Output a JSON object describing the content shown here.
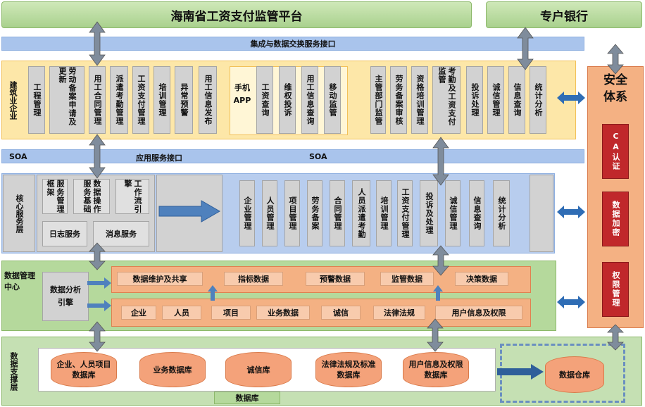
{
  "top": {
    "platform_title": "海南省工资支付监管平台",
    "bank_title": "专户银行"
  },
  "integration_bar": "集成与数据交换服务接口",
  "app_service_bar": {
    "left": "SOA",
    "center": "应用服务接口",
    "right": "SOA"
  },
  "layers": {
    "construction": "建筑业企业",
    "core_service": "核心服务层",
    "data_mgmt": "数据管理中心",
    "data_support": "数据支撑层"
  },
  "enterprise_modules": [
    "工程管理",
    "劳动备案申请及更新",
    "用工合同管理",
    "派遣考勤管理",
    "工资支付管理",
    "培训管理",
    "异常预警",
    "用工信息发布"
  ],
  "mobile_app": {
    "label": "手机APP",
    "modules": [
      "工资查询",
      "维权投诉",
      "用工信息查询",
      "移动监管"
    ]
  },
  "gov_modules": [
    "主管部门监管",
    "劳务备案审核",
    "资格培训管理",
    "考勤及工资支付监管",
    "投诉处理",
    "诚信管理",
    "信息查询",
    "统计分析"
  ],
  "core_framework": {
    "service_framework": "服务管理框架",
    "workflow_engine": "工作流引擎",
    "data_op_service": "数据操作服务基础",
    "log_service": "日志服务",
    "message_service": "消息服务"
  },
  "core_modules": [
    "企业管理",
    "人员管理",
    "项目管理",
    "劳务备案",
    "合同管理",
    "人员派遣考勤",
    "培训管理",
    "工资支付管理",
    "投诉及处理",
    "诚信管理",
    "信息查询",
    "统计分析"
  ],
  "data_mgmt": {
    "engine": "数据分析引擎",
    "row1": [
      "数据维护及共享",
      "指标数据",
      "预警数据",
      "监管数据",
      "决策数据"
    ],
    "row2": [
      "企业",
      "人员",
      "项目",
      "业务数据",
      "诚信",
      "法律法规",
      "用户信息及权限"
    ]
  },
  "databases": [
    "企业、人员项目数据库",
    "业务数据库",
    "诚信库",
    "法律法规及标准数据库",
    "用户信息及权限数据库"
  ],
  "database_label": "数据库",
  "warehouse": "数据仓库",
  "security": {
    "title": "安全体系",
    "items": [
      "CA认证",
      "数据加密",
      "权限管理"
    ]
  }
}
